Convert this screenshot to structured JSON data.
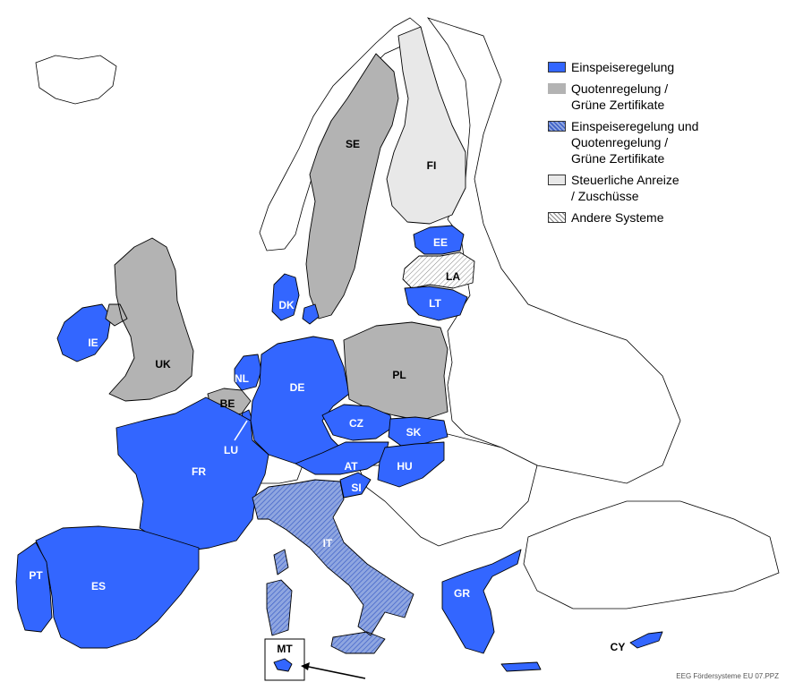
{
  "colors": {
    "feed_in": "#3366ff",
    "quota": "#b3b3b3",
    "tax": "#e8e8e8",
    "none": "#ffffff",
    "sea": "#ffffff"
  },
  "legend": {
    "items": [
      {
        "key": "feed_in",
        "pattern": "solid-blue",
        "label": "Einspeiseregelung"
      },
      {
        "key": "quota",
        "pattern": "solid-gray",
        "label": "Quotenregelung /\nGrüne Zertifikate"
      },
      {
        "key": "mixed",
        "pattern": "hatched-blue",
        "label": "Einspeiseregelung und\nQuotenregelung /\nGrüne Zertifikate"
      },
      {
        "key": "tax",
        "pattern": "light-gray",
        "label": "Steuerliche Anreize\n/ Zuschüsse"
      },
      {
        "key": "other",
        "pattern": "hatched-white",
        "label": "Andere Systeme"
      }
    ]
  },
  "countries": [
    {
      "code": "SE",
      "category": "quota",
      "label": "SE"
    },
    {
      "code": "FI",
      "category": "tax",
      "label": "FI"
    },
    {
      "code": "EE",
      "category": "feed_in",
      "label": "EE"
    },
    {
      "code": "LA",
      "category": "other",
      "label": "LA"
    },
    {
      "code": "LT",
      "category": "feed_in",
      "label": "LT"
    },
    {
      "code": "DK",
      "category": "feed_in",
      "label": "DK"
    },
    {
      "code": "IE",
      "category": "feed_in",
      "label": "IE"
    },
    {
      "code": "UK",
      "category": "quota",
      "label": "UK"
    },
    {
      "code": "NL",
      "category": "feed_in",
      "label": "NL"
    },
    {
      "code": "BE",
      "category": "quota",
      "label": "BE"
    },
    {
      "code": "LU",
      "category": "feed_in",
      "label": "LU"
    },
    {
      "code": "DE",
      "category": "feed_in",
      "label": "DE"
    },
    {
      "code": "PL",
      "category": "quota",
      "label": "PL"
    },
    {
      "code": "CZ",
      "category": "feed_in",
      "label": "CZ"
    },
    {
      "code": "SK",
      "category": "feed_in",
      "label": "SK"
    },
    {
      "code": "AT",
      "category": "feed_in",
      "label": "AT"
    },
    {
      "code": "HU",
      "category": "feed_in",
      "label": "HU"
    },
    {
      "code": "SI",
      "category": "feed_in",
      "label": "SI"
    },
    {
      "code": "FR",
      "category": "feed_in",
      "label": "FR"
    },
    {
      "code": "IT",
      "category": "mixed",
      "label": "IT"
    },
    {
      "code": "ES",
      "category": "feed_in",
      "label": "ES"
    },
    {
      "code": "PT",
      "category": "feed_in",
      "label": "PT"
    },
    {
      "code": "GR",
      "category": "feed_in",
      "label": "GR"
    },
    {
      "code": "CY",
      "category": "feed_in",
      "label": "CY"
    },
    {
      "code": "MT",
      "category": "feed_in",
      "label": "MT"
    }
  ],
  "footer": "EEG Fördersysteme EU 07.PPZ"
}
